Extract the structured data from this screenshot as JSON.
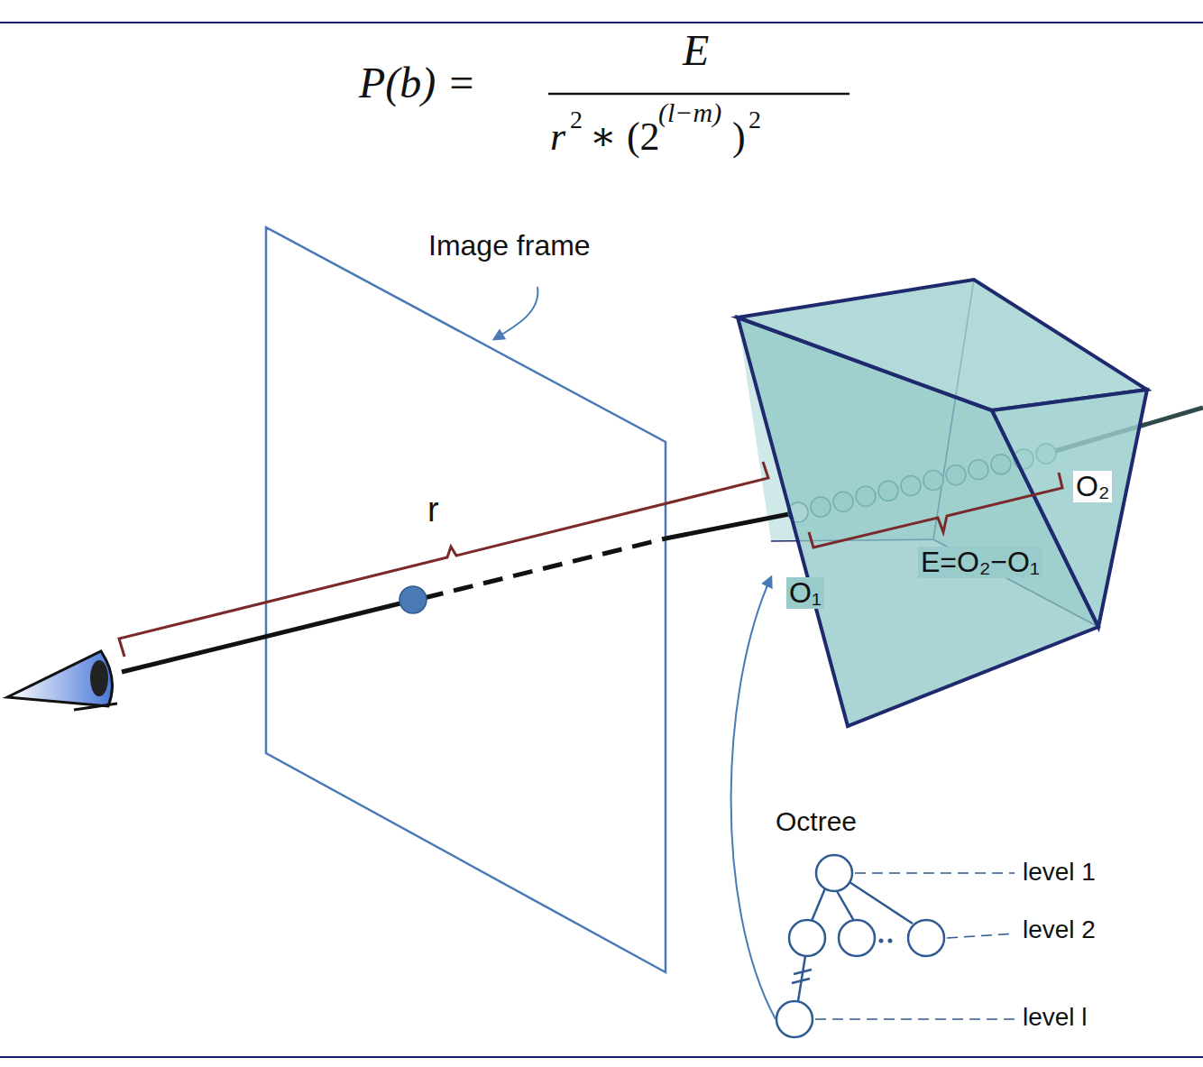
{
  "diagram": {
    "labels": [
      "P(b) =",
      "E",
      "r",
      "2",
      "∗ (2",
      "(l−m)",
      ")",
      "2",
      "Image frame",
      "r",
      "O₁",
      "E=O₂−O₁",
      "O₂",
      "Octree",
      "level 1",
      "level 2",
      "level l"
    ]
  }
}
